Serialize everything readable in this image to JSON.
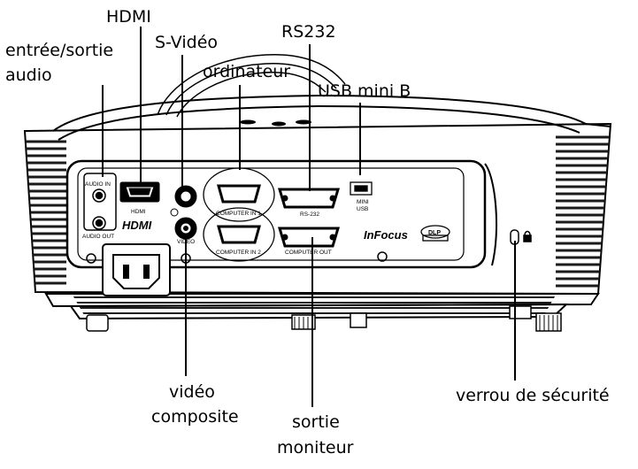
{
  "callouts": {
    "audio_in_out": [
      "entrée/sortie",
      "audio"
    ],
    "hdmi": "HDMI",
    "s_video": "S-Vidéo",
    "rs232": "RS232",
    "computer": "ordinateur",
    "usb_mini_b": "USB mini B",
    "composite_video": [
      "vidéo",
      "composite"
    ],
    "monitor_out": [
      "sortie",
      "moniteur"
    ],
    "security_lock": "verrou de sécurité"
  },
  "panel_labels": {
    "audio_in": "AUDIO IN",
    "audio_out": "AUDIO OUT",
    "hdmi": "HDMI",
    "hdmi_logo": "HDMI",
    "video": "VIDEO",
    "computer_in_1": "COMPUTER IN 1",
    "computer_in_2": "COMPUTER IN 2",
    "rs232": "RS-232",
    "computer_out": "COMPUTER OUT",
    "mini_usb": [
      "MINI",
      "USB"
    ],
    "brand": "InFocus",
    "dlp": "DLP"
  },
  "colors": {
    "line": "#000000",
    "body": "#ffffff",
    "grille": "#1a1a1a"
  },
  "icons": [
    "power-inlet-icon",
    "lock-icon",
    "dlp-logo-icon"
  ]
}
